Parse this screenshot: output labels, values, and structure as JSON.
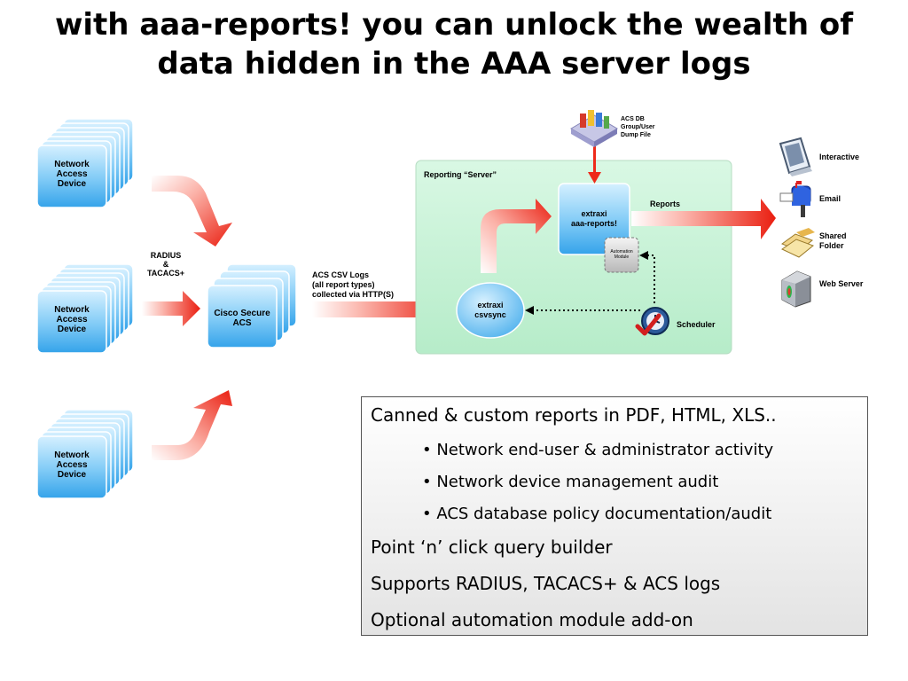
{
  "title": {
    "line1": "with aaa-reports! you can unlock the wealth of",
    "line2": "data hidden in the AAA server logs"
  },
  "diagram": {
    "nad_label": "Network\nAccess\nDevice",
    "radius_label": "RADIUS\n&\nTACACS+",
    "acs_label": "Cisco Secure\nACS",
    "csv_label": "ACS CSV Logs\n(all report types)\ncollected via HTTP(S)",
    "server_label": "Reporting “Server”",
    "csvsync_label": "extraxi\ncsvsync",
    "reports_node_label": "extraxi\naaa-reports!",
    "automation_label": "Automation\nModule",
    "db_label": "ACS DB\nGroup/User\nDump File",
    "reports_arrow_label": "Reports",
    "scheduler_label": "Scheduler",
    "outputs": [
      "Interactive",
      "Email",
      "Shared\nFolder",
      "Web Server"
    ]
  },
  "features": {
    "heading": "Canned & custom reports in PDF, HTML, XLS..",
    "bullets": [
      "• Network end-user & administrator activity",
      "• Network device management audit",
      "• ACS database policy documentation/audit"
    ],
    "items": [
      "Point ‘n’ click query builder",
      "Supports RADIUS, TACACS+ & ACS logs",
      "Optional automation module add-on"
    ]
  },
  "colors": {
    "device_blue": "#3aa6ea",
    "server_green": "#c9f3d9",
    "arrow_red": "#ee2a1a"
  }
}
